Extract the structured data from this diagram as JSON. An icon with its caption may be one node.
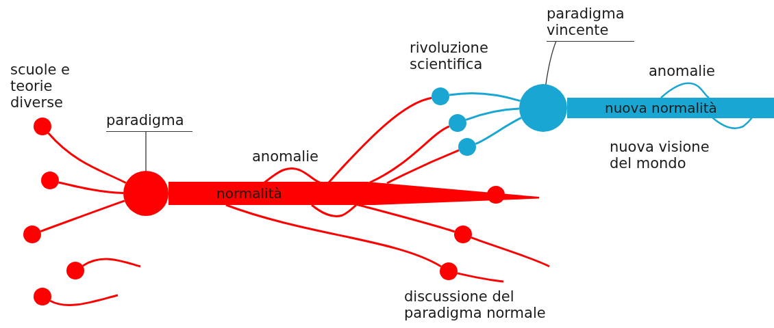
{
  "diagram": {
    "nodes": [
      {
        "text": [
          "paradigma"
        ]
      },
      {
        "text": [],
        "shape": "circle"
      },
      {
        "text": [],
        "shape": "circle"
      },
      {
        "text": [],
        "shape": "circle"
      },
      {
        "text": [],
        "shape": "circle"
      },
      {
        "text": [],
        "shape": "circle"
      },
      {
        "text": [],
        "shape": "circle"
      },
      {
        "text": [
          "normalità"
        ]
      },
      {
        "text": [],
        "shape": "circle",
        "in": 7
      },
      {
        "text": [],
        "shape": "circle"
      },
      {
        "text": [],
        "shape": "circle"
      },
      {
        "text": [],
        "shape": "circle"
      },
      {
        "text": [],
        "shape": "circle"
      },
      {
        "text": [],
        "shape": "circle"
      },
      {
        "text": [
          "paradigma vincente"
        ]
      },
      {
        "text": [],
        "shape": "circle"
      },
      {
        "text": [
          "nuova normalità"
        ]
      }
    ],
    "edges": [
      {
        "from": 0,
        "to": 1,
        "arrow": "none",
        "color": "#333333"
      },
      {
        "from": 2,
        "to": 1,
        "arrow": "none"
      },
      {
        "from": 3,
        "to": 1,
        "arrow": "none"
      },
      {
        "from": 4,
        "to": 1,
        "arrow": "none"
      },
      {
        "from": 5,
        "to": null,
        "arrow": "none"
      },
      {
        "from": 6,
        "to": null,
        "arrow": "none"
      },
      {
        "from": 7,
        "to": 11,
        "arrow": "none"
      },
      {
        "from": 7,
        "to": 12,
        "arrow": "none"
      },
      {
        "from": 7,
        "to": 13,
        "arrow": "none"
      },
      {
        "from": 7,
        "to": 9,
        "arrow": "none"
      },
      {
        "from": 9,
        "to": null,
        "arrow": "none"
      },
      {
        "from": 7,
        "to": 10,
        "arrow": "none"
      },
      {
        "from": 10,
        "to": null,
        "arrow": "none"
      },
      {
        "from": 11,
        "to": 15,
        "arrow": "none",
        "color": "#19a6d3"
      },
      {
        "from": 12,
        "to": 15,
        "arrow": "none",
        "color": "#19a6d3"
      },
      {
        "from": 13,
        "to": 15,
        "arrow": "none",
        "color": "#19a6d3"
      },
      {
        "from": 14,
        "to": 15,
        "arrow": "none",
        "color": "#333333"
      }
    ],
    "labels": [
      "scuole e teorie diverse",
      "anomalie",
      "rivoluzione scientifica",
      "anomalie",
      "nuova visione del mondo",
      "discussione del paradigma normale"
    ]
  }
}
